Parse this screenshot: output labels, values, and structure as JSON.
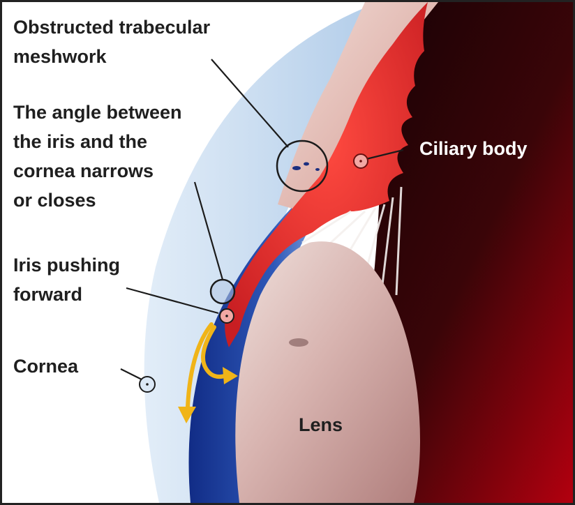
{
  "labels": {
    "trabecular_line1": "Obstructed trabecular",
    "trabecular_line2": "meshwork",
    "angle_line1": "The angle between",
    "angle_line2": "the iris and the",
    "angle_line3": "cornea narrows",
    "angle_line4": "or closes",
    "iris_line1": "Iris pushing",
    "iris_line2": "forward",
    "cornea": "Cornea",
    "ciliary_body": "Ciliary body",
    "lens": "Lens"
  },
  "colors": {
    "background_dark": "#1a0205",
    "background_red": "#a8000e",
    "iris_red": "#e0302c",
    "cornea_blue": "#c8dcf0",
    "chamber_blue": "#1c3f9e",
    "lens_pink": "#c89a98",
    "flow_arrow": "#f0b418"
  }
}
